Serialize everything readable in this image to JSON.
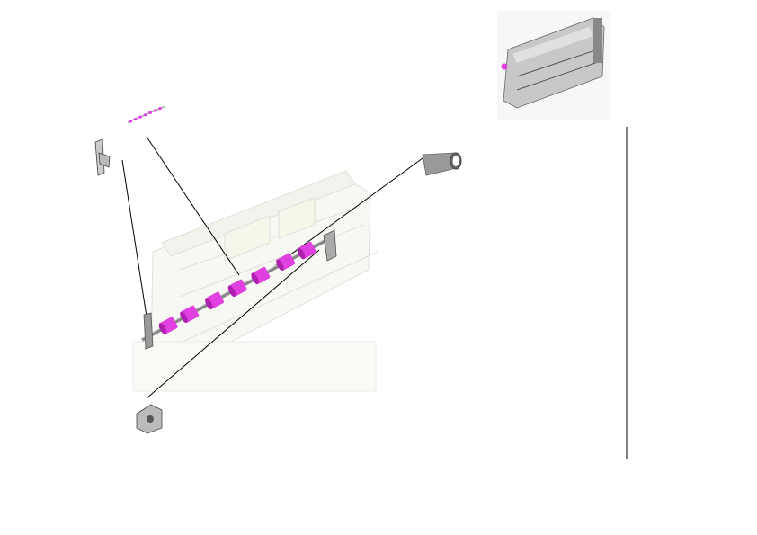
{
  "diagram": {
    "type": "exploded-parts-view",
    "colors": {
      "roller": "#e040e0",
      "roller_dark": "#b020b0",
      "frame": "#d8d8d0",
      "frame_line": "#b8b8b0",
      "part": "#9a9a9a",
      "leader_line": "#000000"
    },
    "parts": [
      {
        "name": "roller-shaft-assembly"
      },
      {
        "name": "bracket"
      },
      {
        "name": "roller-shaft-small"
      },
      {
        "name": "tube-roller"
      },
      {
        "name": "bushing-holder"
      },
      {
        "name": "unit-overview-thumbnail"
      }
    ]
  }
}
